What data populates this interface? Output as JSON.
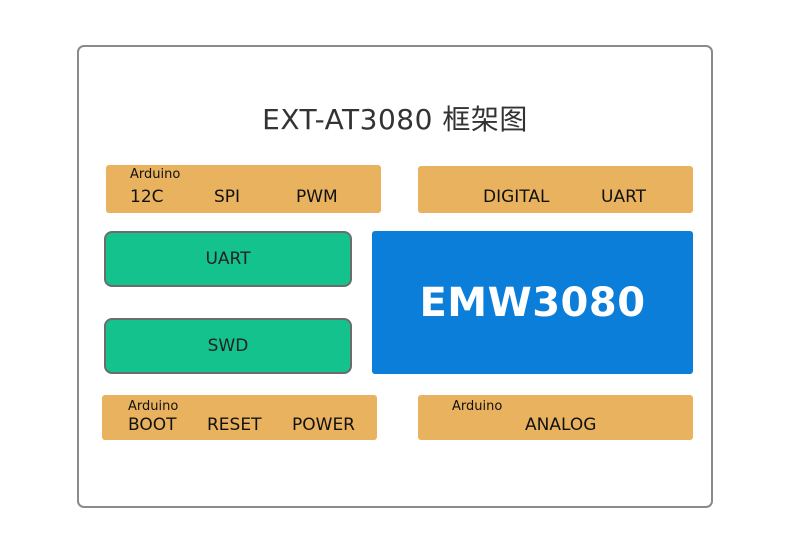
{
  "title": "EXT-AT3080 框架图",
  "top_left": {
    "caption": "Arduino",
    "pins": [
      "12C",
      "SPI",
      "PWM"
    ]
  },
  "top_right": {
    "pins": [
      "DIGITAL",
      "UART"
    ]
  },
  "uart_block": "UART",
  "swd_block": "SWD",
  "module": "EMW3080",
  "bottom_left": {
    "caption": "Arduino",
    "pins": [
      "BOOT",
      "RESET",
      "POWER"
    ]
  },
  "bottom_right": {
    "caption": "Arduino",
    "pins": [
      "ANALOG"
    ]
  },
  "colors": {
    "interface": "#e9b25e",
    "bus": "#13c28c",
    "module": "#0a7ed8",
    "frame": "#8a8a8a"
  }
}
